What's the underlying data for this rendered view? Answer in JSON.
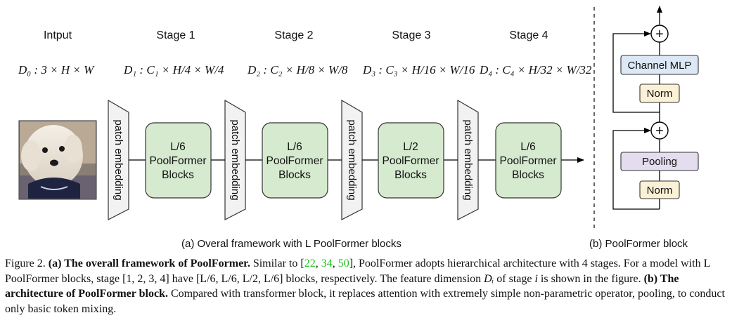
{
  "framework": {
    "input_title": "Intput",
    "input_dim": "D₀ : 3 × H × W",
    "patch_embedding_label": "patch embedding",
    "stages": [
      {
        "title": "Stage 1",
        "dim": "D₁ : C₁ × H/4 × W/4",
        "block_lines": [
          "L/6",
          "PoolFormer",
          "Blocks"
        ]
      },
      {
        "title": "Stage 2",
        "dim": "D₂ : C₂ × H/8 × W/8",
        "block_lines": [
          "L/6",
          "PoolFormer",
          "Blocks"
        ]
      },
      {
        "title": "Stage 3",
        "dim": "D₃ : C₃ × H/16 × W/16",
        "block_lines": [
          "L/2",
          "PoolFormer",
          "Blocks"
        ]
      },
      {
        "title": "Stage 4",
        "dim": "D₄ : C₄ × H/32 × W/32",
        "block_lines": [
          "L/6",
          "PoolFormer",
          "Blocks"
        ]
      }
    ],
    "caption": "(a) Overal framework with L PoolFormer blocks"
  },
  "block": {
    "channel_mlp_label": "Channel MLP",
    "norm_label": "Norm",
    "pooling_label": "Pooling",
    "add_symbol": "+",
    "caption": "(b) PoolFormer block"
  },
  "figure_caption": {
    "figure_label": "Figure 2.",
    "part_a_title": "(a) The overall framework of PoolFormer.",
    "part_a_text_1": " Similar to [",
    "refs": [
      "22",
      "34",
      "50"
    ],
    "part_a_text_2": "], PoolFormer adopts hierarchical architecture with 4 stages. For a model with L PoolFormer blocks, stage [1, 2, 3, 4] have [L/6, L/6, L/2, L/6] blocks, respectively. The feature dimension ",
    "math_di": "Dᵢ",
    "part_a_text_3": " of stage ",
    "math_i": "i",
    "part_a_text_4": " is shown in the figure. ",
    "part_b_title": "(b) The architecture of PoolFormer block.",
    "part_b_text": " Compared with transformer block, it replaces attention with extremely simple non-parametric operator, pooling, to conduct only basic token mixing."
  },
  "colors": {
    "block_fill": "#d6ead0",
    "patch_fill": "#f2f2f2",
    "mlp_fill": "#dce8f5",
    "norm_fill": "#fbf1d6",
    "pooling_fill": "#e4dcef",
    "ref_color": "#1fbf1f"
  },
  "image": {
    "subject": "white fluffy dog wearing a dark shirt"
  }
}
